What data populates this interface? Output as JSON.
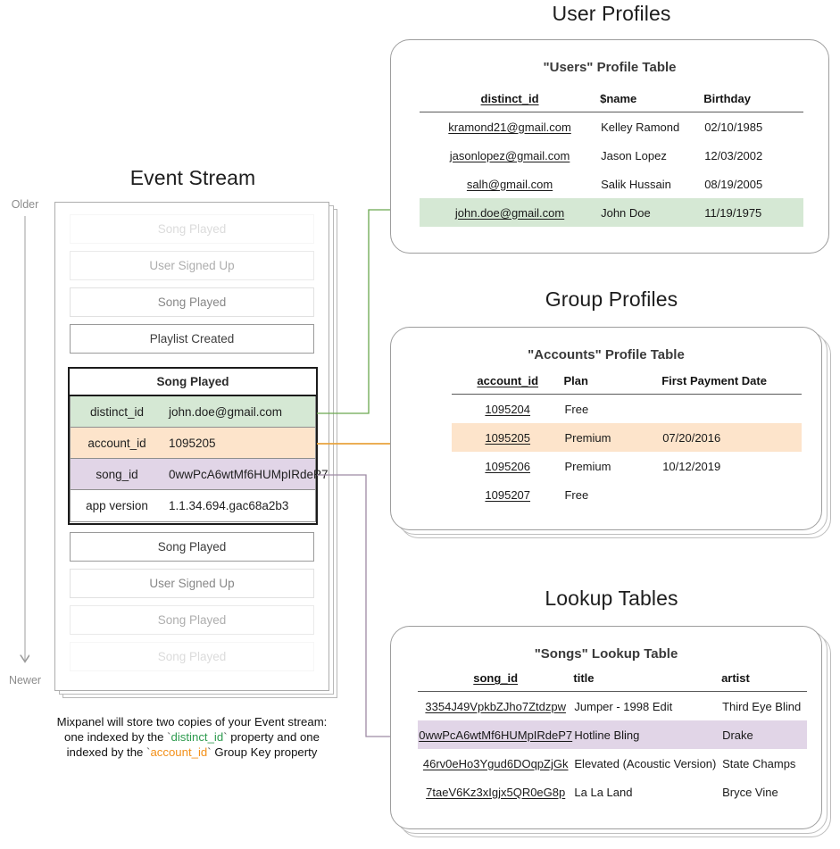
{
  "sections": {
    "event_stream_title": "Event Stream",
    "user_profiles_title": "User Profiles",
    "group_profiles_title": "Group Profiles",
    "lookup_tables_title": "Lookup Tables"
  },
  "timeline": {
    "older_label": "Older",
    "newer_label": "Newer",
    "arrow_icon": "down-arrow-icon"
  },
  "event_stream": {
    "events_before": [
      {
        "label": "Song Played",
        "fade": "fade-1"
      },
      {
        "label": "User Signed Up",
        "fade": "fade-2"
      },
      {
        "label": "Song Played",
        "fade": "fade-3"
      },
      {
        "label": "Playlist Created",
        "fade": "fade-4"
      }
    ],
    "events_after": [
      {
        "label": "Song Played",
        "fade": "fade-4"
      },
      {
        "label": "User Signed Up",
        "fade": "fade-3"
      },
      {
        "label": "Song Played",
        "fade": "fade-2"
      },
      {
        "label": "Song Played",
        "fade": "fade-1"
      }
    ],
    "selected_event": {
      "title": "Song Played",
      "properties": [
        {
          "key": "distinct_id",
          "value": "john.doe@gmail.com",
          "highlight": "green"
        },
        {
          "key": "account_id",
          "value": "1095205",
          "highlight": "orange"
        },
        {
          "key": "song_id",
          "value": "0wwPcA6wtMf6HUMpIRdeP7",
          "highlight": "purple"
        },
        {
          "key": "app version",
          "value": "1.1.34.694.gac68a2b3",
          "highlight": "none"
        }
      ]
    }
  },
  "users_table": {
    "title": "\"Users\" Profile Table",
    "columns": [
      "distinct_id",
      "$name",
      "Birthday"
    ],
    "rows": [
      {
        "cells": [
          "kramond21@gmail.com",
          "Kelley Ramond",
          "02/10/1985"
        ],
        "highlight": "none"
      },
      {
        "cells": [
          "jasonlopez@gmail.com",
          "Jason Lopez",
          "12/03/2002"
        ],
        "highlight": "none"
      },
      {
        "cells": [
          "salh@gmail.com",
          "Salik Hussain",
          "08/19/2005"
        ],
        "highlight": "none"
      },
      {
        "cells": [
          "john.doe@gmail.com",
          "John Doe",
          "11/19/1975"
        ],
        "highlight": "green"
      }
    ]
  },
  "accounts_table": {
    "title": "\"Accounts\" Profile Table",
    "columns": [
      "account_id",
      "Plan",
      "First Payment Date"
    ],
    "rows": [
      {
        "cells": [
          "1095204",
          "Free",
          ""
        ],
        "highlight": "none"
      },
      {
        "cells": [
          "1095205",
          "Premium",
          "07/20/2016"
        ],
        "highlight": "orange"
      },
      {
        "cells": [
          "1095206",
          "Premium",
          "10/12/2019"
        ],
        "highlight": "none"
      },
      {
        "cells": [
          "1095207",
          "Free",
          ""
        ],
        "highlight": "none"
      }
    ]
  },
  "songs_table": {
    "title": "\"Songs\" Lookup Table",
    "columns": [
      "song_id",
      "title",
      "artist"
    ],
    "rows": [
      {
        "cells": [
          "3354J49VpkbZJho7Ztdzpw",
          "Jumper - 1998 Edit",
          "Third Eye Blind"
        ],
        "highlight": "none"
      },
      {
        "cells": [
          "0wwPcA6wtMf6HUMpIRdeP7",
          "Hotline Bling",
          "Drake"
        ],
        "highlight": "purple"
      },
      {
        "cells": [
          "46rv0eHo3Ygud6DOqpZjGk",
          "Elevated (Acoustic Version)",
          "State Champs"
        ],
        "highlight": "none"
      },
      {
        "cells": [
          "7taeV6Kz3xIgjx5QR0eG8p",
          "La La Land",
          "Bryce Vine"
        ],
        "highlight": "none"
      }
    ]
  },
  "caption": {
    "line1": "Mixpanel will store two copies of your Event stream:",
    "line2_a": "one indexed by the ",
    "line2_code": "distinct_id",
    "line2_b": " property and one",
    "line3_a": "indexed by the ",
    "line3_code": "account_id",
    "line3_b": " Group Key property"
  },
  "colors": {
    "green": "#d5e8d4",
    "orange": "#fde4cb",
    "purple": "#e1d5e7",
    "green_line": "#6aa84f",
    "orange_line": "#e8a33d",
    "purple_line": "#9e8aa5",
    "gray_line": "#9a9a9a"
  }
}
